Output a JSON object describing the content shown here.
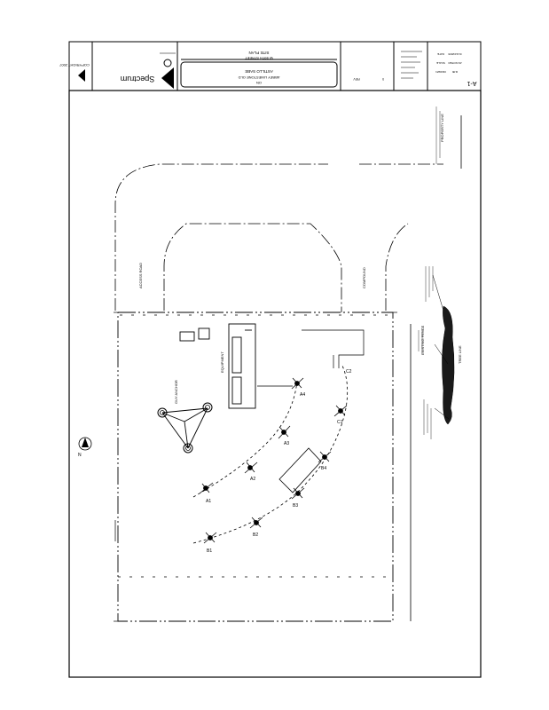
{
  "title_block": {
    "copyright": "COPYRIGHT 2007",
    "company_name": "Spectrum",
    "project_name": "ASTILLO SABE",
    "project_subtitle": "ABBEY LIMESTONE OLD",
    "site_address": "W 99TH STREET",
    "site_city": "ON",
    "drawing_title": "SITE PLAN",
    "sheet_number": "A-1",
    "rev_label": "REV",
    "rev_value": "0",
    "date_label": "DATE",
    "date_value": "01/12/2008",
    "scale_label": "SCALE",
    "scale_value": "AS NOTED",
    "drawn_label": "DRAWN",
    "drawn_value": "RJB"
  },
  "site_labels": {
    "property_line": "PROPERTY LINE",
    "compound": "COMPOUND",
    "access_road": "ACCESS ROAD",
    "guy_anchor": "GUY ANCHOR",
    "equipment": "EQUIPMENT",
    "existing_fence": "EXISTING FENCE",
    "tree_line": "TREE LINE",
    "north": "N"
  },
  "antenna_labels": [
    "A1",
    "A2",
    "A3",
    "A4",
    "B1",
    "B2",
    "B3",
    "B4",
    "C1",
    "C2"
  ],
  "colors": {
    "ink": "#000000",
    "paper": "#ffffff",
    "tree_fill": "#1a1a1a"
  }
}
